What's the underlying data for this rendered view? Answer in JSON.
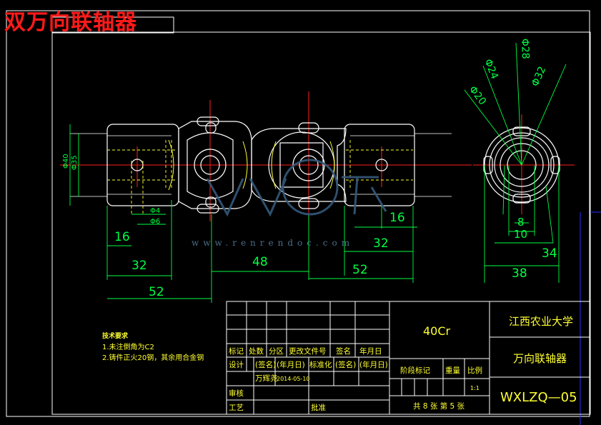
{
  "page": {
    "title": "双万向联轴器",
    "watermark": "www.renrendoc.com"
  },
  "dimensions": {
    "dia40": "Φ40",
    "dia35": "Φ35",
    "dia4": "Φ4",
    "dia6": "Φ6",
    "dia20": "Φ20",
    "dia24": "Φ24",
    "dia28": "Φ28",
    "dia32": "Φ32",
    "d16a": "16",
    "d32a": "32",
    "d48": "48",
    "d52a": "52",
    "d16b": "16",
    "d32b": "32",
    "d52b": "52",
    "d8": "8",
    "d10": "10",
    "d34": "34",
    "d38": "38"
  },
  "tech_req": {
    "heading": "技术要求",
    "item1": "1.未注倒角为C2",
    "item2": "2.铸件正火20钢，其余用合金钢"
  },
  "title_block": {
    "material": "40Cr",
    "school": "江西农业大学",
    "part_name": "万向联轴器",
    "drawing_no": "WXLZQ—05",
    "mark": "标记",
    "qty": "处数",
    "zone": "分区",
    "change_doc": "更改文件号",
    "sign": "签名",
    "date": "年月日",
    "design": "设计",
    "sign_b": "(签名)",
    "date_b": "(年月日)",
    "standard": "标准化",
    "designer": "万辉尧",
    "design_date": "2014-05-10",
    "review": "审核",
    "process": "工艺",
    "approve": "批准",
    "stage": "阶段标记",
    "weight": "重量",
    "scale": "比例",
    "scale_val": "1:1",
    "sheets": "共 8 张 第 5 张"
  }
}
